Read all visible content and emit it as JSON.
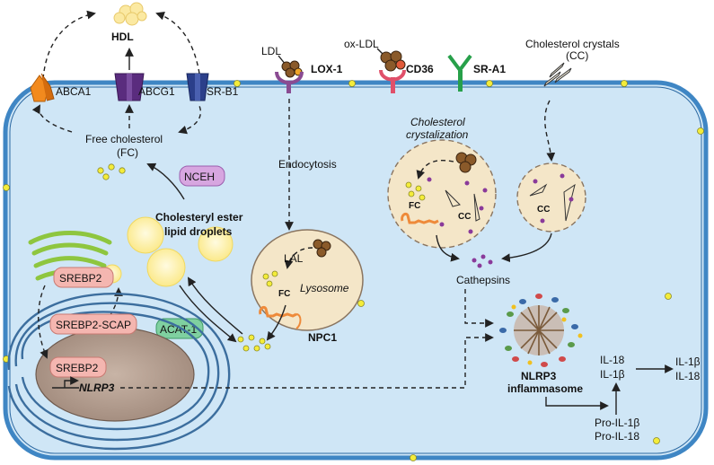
{
  "labels": {
    "hdl": "HDL",
    "abca1": "ABCA1",
    "abcg1": "ABCG1",
    "srb1": "SR-B1",
    "free_cholesterol": "Free cholesterol",
    "fc_abbrev": "(FC)",
    "nceh": "NCEH",
    "ce_line1": "Cholesteryl ester",
    "ce_line2": "lipid droplets",
    "ldl": "LDL",
    "lox1": "LOX-1",
    "oxldl": "ox-LDL",
    "cd36": "CD36",
    "sra1": "SR-A1",
    "crystals_line1": "Cholesterol crystals",
    "crystals_line2": "(CC)",
    "endocytosis": "Endocytosis",
    "cryst_line1": "Cholesterol",
    "cryst_line2": "crystalization",
    "fc": "FC",
    "cc": "CC",
    "cc2": "CC",
    "lal": "LAL",
    "fc_lys": "FC",
    "lysosome": "Lysosome",
    "npc1": "NPC1",
    "cathepsins": "Cathepsins",
    "srebp2_golgi": "SREBP2",
    "srebp2_scap": "SREBP2-SCAP",
    "acat1": "ACAT-1",
    "srebp2_nuc": "SREBP2",
    "nlrp3_gene": "NLRP3",
    "inflam_line1": "NLRP3",
    "inflam_line2": "inflammasome",
    "il18_in": "IL-18",
    "il1b_in": "IL-1β",
    "il1b_out": "IL-1β",
    "il18_out": "IL-18",
    "pro_il1b": "Pro-IL-1β",
    "pro_il18": "Pro-IL-18"
  },
  "colors": {
    "cytoplasm": "#cfe6f6",
    "membrane": "#3f86c4",
    "nucleus": "#b9a395",
    "lysosome": "#f4e6c8",
    "er": "#3c6e9e",
    "golgi": "#8ec63f",
    "label_pink": "#f4b6b0",
    "label_green": "#7fd0a0",
    "label_purple": "#d7a6e0",
    "droplet": "#fff2a6",
    "cholesterol_dot": "#f4ec3a",
    "abca1": "#f28a1e",
    "abcg1": "#5a2c7e",
    "srb1": "#2b3f8a",
    "lox1": "#8a4b92",
    "cd36": "#e0506a",
    "sra1": "#27a04a",
    "npc1": "#ee8a3a",
    "particle": "#8a5a2a"
  }
}
